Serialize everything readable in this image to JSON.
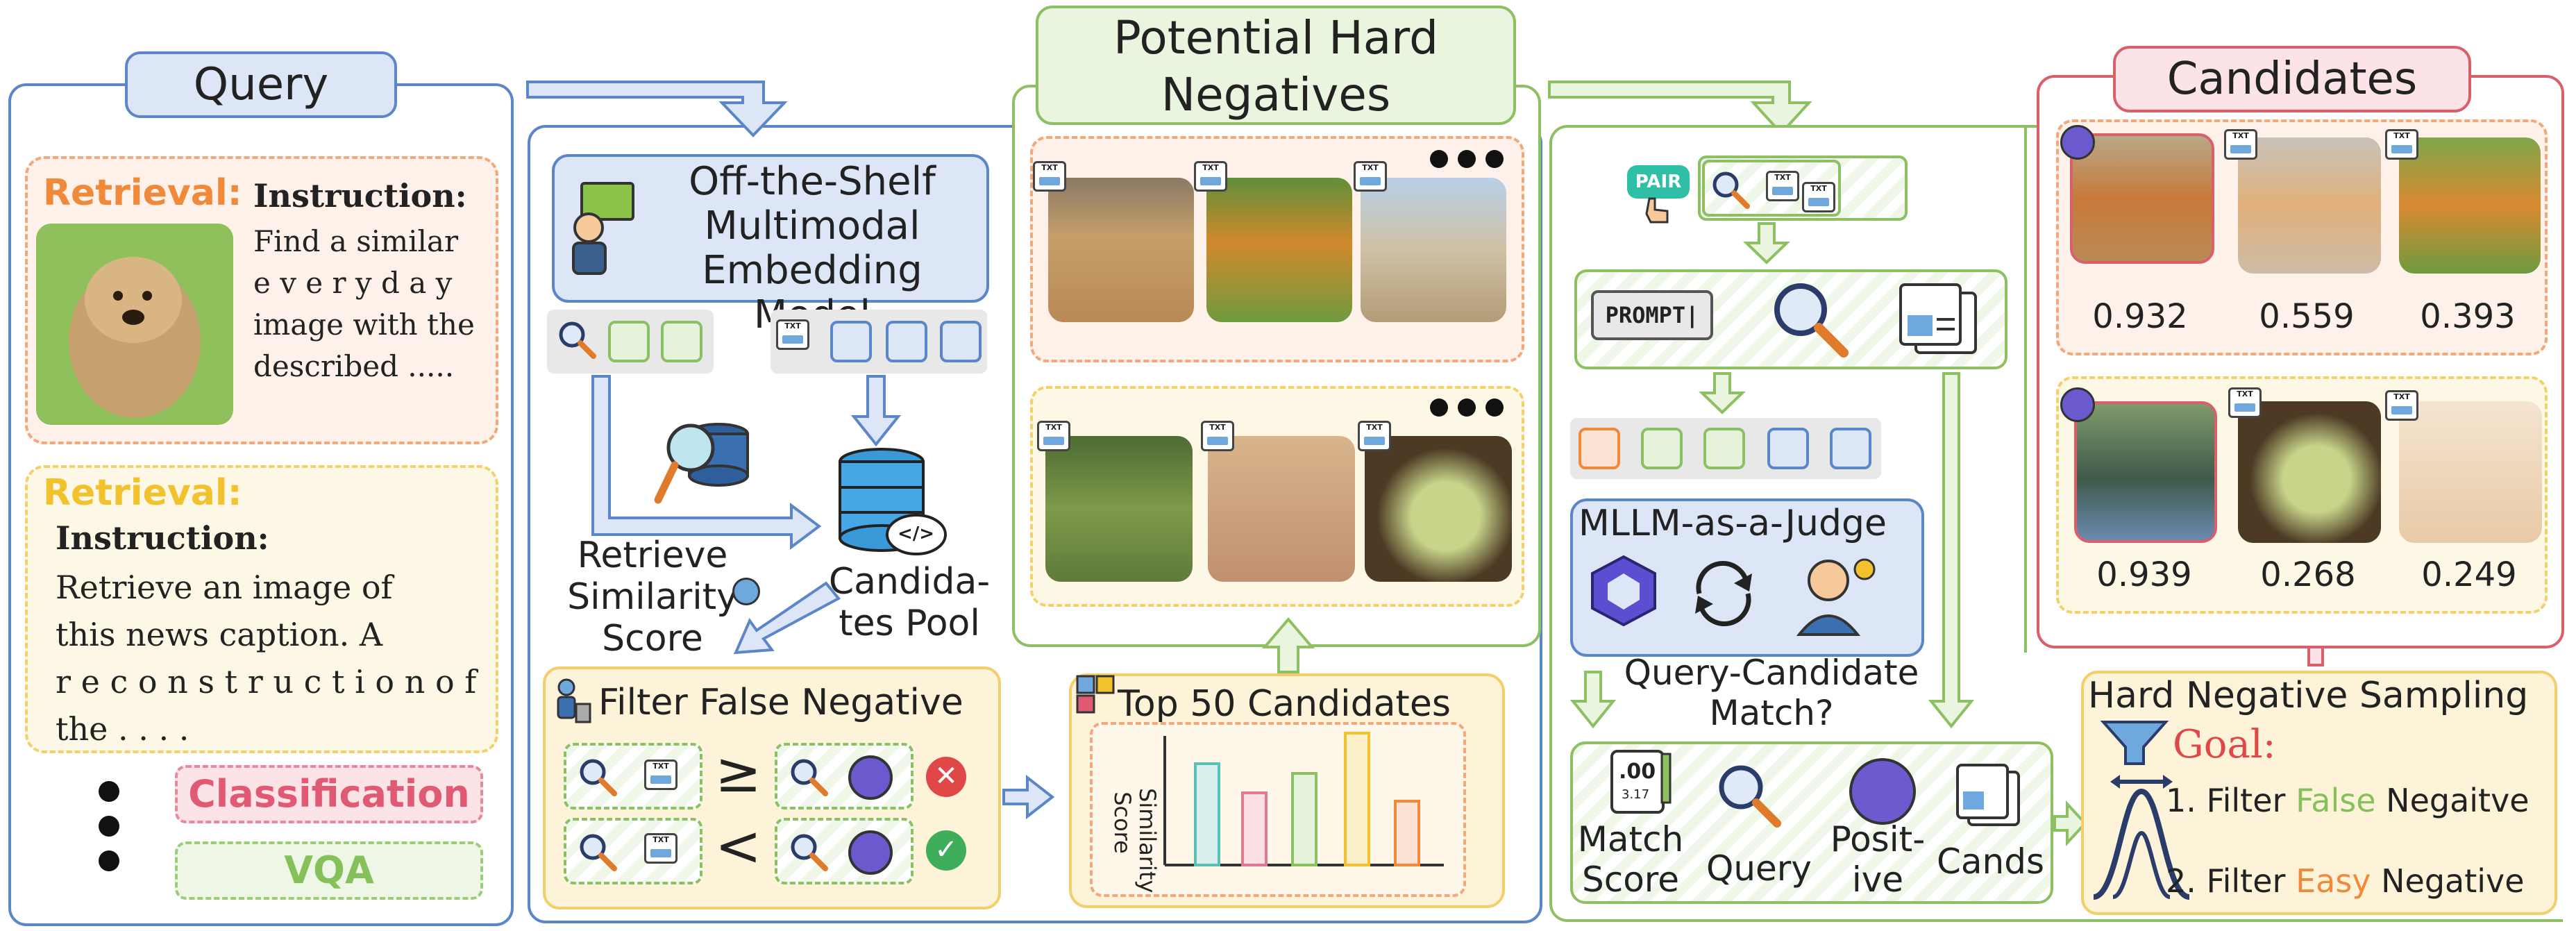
{
  "query": {
    "header": "Query",
    "retrieval1": {
      "label": "Retrieval:",
      "instruction_label": "Instruction:",
      "text_lines": [
        "Find a similar",
        "e v e r y d a y",
        "image with the",
        "described ....."
      ]
    },
    "retrieval2": {
      "label": "Retrieval:",
      "instruction_label": "Instruction:",
      "text_lines": [
        "Retrieve an image of",
        "this news caption. A",
        "r e c o n s t r u c t i o n  o f",
        "the . . . ."
      ]
    },
    "classification_label": "Classification",
    "vqa_label": "VQA"
  },
  "retrieval_stage": {
    "model_title_lines": [
      "Off-the-Shelf",
      "Multimodal",
      "Embedding Model"
    ],
    "retrieve_label_lines": [
      "Retrieve",
      "Similarity",
      "Score"
    ],
    "pool_label_lines": [
      "Candida-",
      "tes Pool"
    ],
    "filter_title": "Filter False Negative",
    "ge_symbol": "≥",
    "lt_symbol": "<",
    "top50_title": "Top 50 Candidates",
    "chart_axis_label_lines": [
      "Similarity",
      "Score"
    ],
    "code_symbol": "</>"
  },
  "hard_negatives": {
    "header_lines": [
      "Potential Hard",
      "Negatives"
    ]
  },
  "judge_stage": {
    "pair_label": "PAIR",
    "prompt_label": "PROMPT|",
    "judge_title": "MLLM-as-a-Judge",
    "match_question_lines": [
      "Query-Candidate",
      "Match?"
    ],
    "bottom_labels": {
      "match_score_lines": [
        "Match",
        "Score"
      ],
      "query": "Query",
      "positive_lines": [
        "Posit-",
        "ive"
      ],
      "cands": "Cands"
    },
    "score_icon_text": ".00",
    "score_icon_sub": "3.17"
  },
  "candidates": {
    "header": "Candidates",
    "row1_scores": [
      "0.932",
      "0.559",
      "0.393"
    ],
    "row2_scores": [
      "0.939",
      "0.268",
      "0.249"
    ]
  },
  "sampling": {
    "title": "Hard Negative Sampling",
    "goal_label": "Goal:",
    "item1": {
      "prefix": "1. Filter ",
      "highlight": "False",
      "suffix": " Negaitve"
    },
    "item2": {
      "prefix": "2. Filter ",
      "highlight": "Easy",
      "suffix": " Negative"
    }
  },
  "tag_text": "TXT",
  "colors": {
    "blue_border": "#5b86c8",
    "green_border": "#8cc063",
    "red_border": "#d9606a",
    "orange_text": "#f08a3a",
    "yellow_text": "#f2c12e",
    "pink_text": "#e05a73",
    "green_text": "#86c05a"
  }
}
